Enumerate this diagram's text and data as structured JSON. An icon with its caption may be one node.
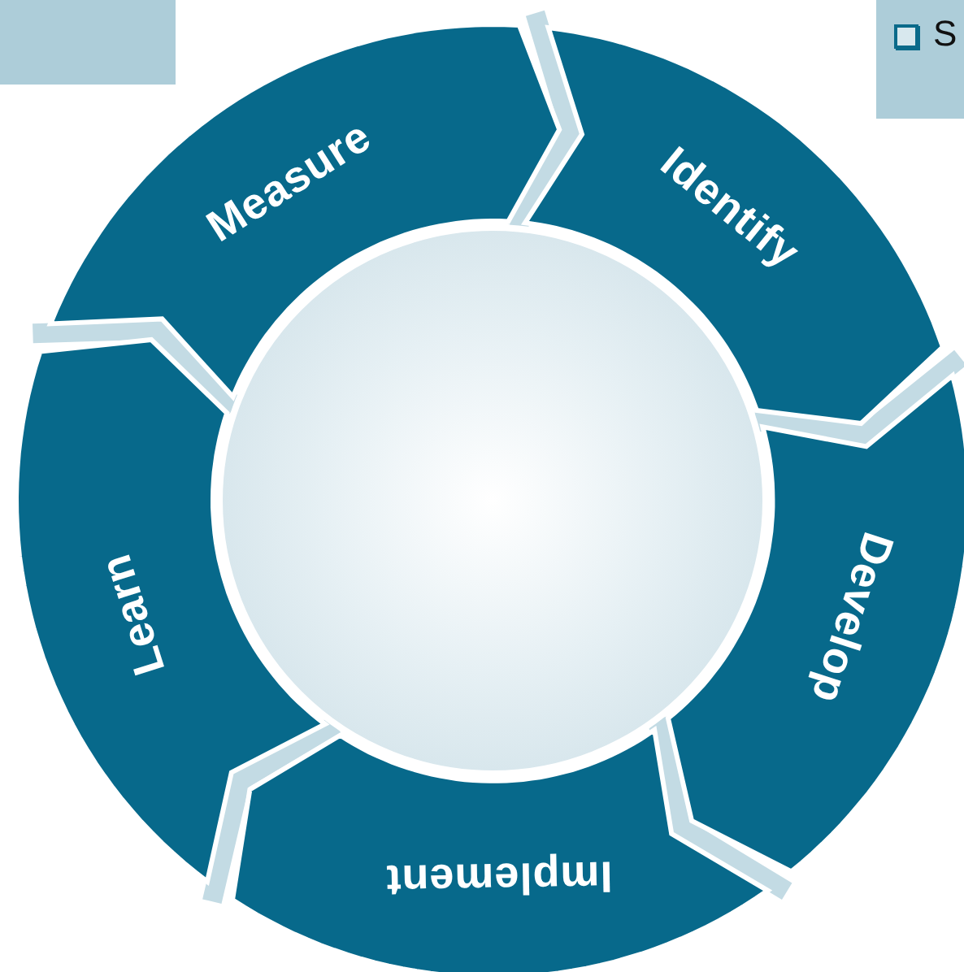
{
  "diagram": {
    "nodes": [
      {
        "text": [
          "Measure"
        ]
      },
      {
        "text": [
          "Identify"
        ]
      },
      {
        "text": [
          "Develop"
        ]
      },
      {
        "text": [
          "Implement"
        ]
      },
      {
        "text": [
          "Learn"
        ]
      },
      {
        "text": [],
        "shape": "circle"
      }
    ],
    "labels": [
      "S"
    ]
  }
}
